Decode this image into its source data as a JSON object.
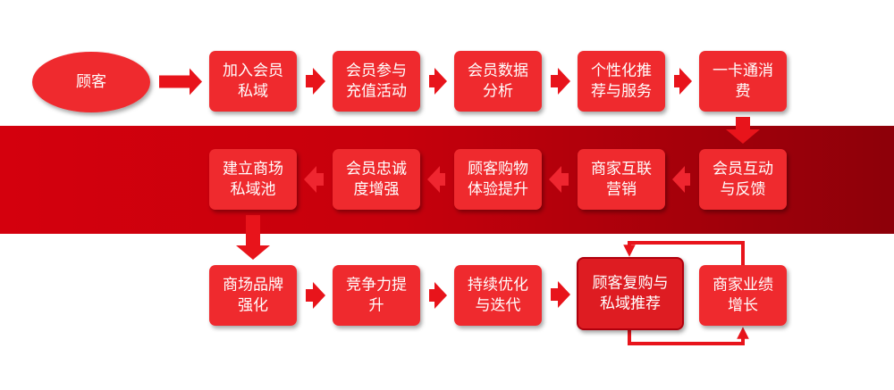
{
  "colors": {
    "node": "#ef2b2f",
    "node_dark": "#de1f24",
    "arrow": "#e8141b",
    "arrow_on_band": "#ef2630",
    "loop": "#e8141b",
    "text": "#ffffff"
  },
  "nodes": [
    {
      "id": "customer",
      "label": [
        "顾客"
      ]
    },
    {
      "id": "join-membership",
      "label": [
        "加入会员",
        "私域"
      ]
    },
    {
      "id": "member-activities",
      "label": [
        "会员参与",
        "充值活动"
      ]
    },
    {
      "id": "member-analysis",
      "label": [
        "会员数据",
        "分析"
      ]
    },
    {
      "id": "personalized",
      "label": [
        "个性化推",
        "荐与服务"
      ]
    },
    {
      "id": "one-card",
      "label": [
        "一卡通消",
        "费"
      ]
    },
    {
      "id": "member-interaction",
      "label": [
        "会员互动",
        "与反馈"
      ]
    },
    {
      "id": "merchant-network",
      "label": [
        "商家互联",
        "营销"
      ]
    },
    {
      "id": "shopping-experience",
      "label": [
        "顾客购物",
        "体验提升"
      ]
    },
    {
      "id": "member-loyalty",
      "label": [
        "会员忠诚",
        "度增强"
      ]
    },
    {
      "id": "private-pool",
      "label": [
        "建立商场",
        "私域池"
      ]
    },
    {
      "id": "brand-strength",
      "label": [
        "商场品牌",
        "强化"
      ]
    },
    {
      "id": "competitiveness",
      "label": [
        "竞争力提",
        "升"
      ]
    },
    {
      "id": "optimization",
      "label": [
        "持续优化",
        "与迭代"
      ]
    },
    {
      "id": "repurchase",
      "label": [
        "顾客复购与",
        "私域推荐"
      ]
    },
    {
      "id": "merchant-growth",
      "label": [
        "商家业绩",
        "增长"
      ]
    }
  ],
  "edges": [
    [
      "customer",
      "join-membership"
    ],
    [
      "join-membership",
      "member-activities"
    ],
    [
      "member-activities",
      "member-analysis"
    ],
    [
      "member-analysis",
      "personalized"
    ],
    [
      "personalized",
      "one-card"
    ],
    [
      "one-card",
      "member-interaction"
    ],
    [
      "member-interaction",
      "merchant-network"
    ],
    [
      "merchant-network",
      "shopping-experience"
    ],
    [
      "shopping-experience",
      "member-loyalty"
    ],
    [
      "member-loyalty",
      "private-pool"
    ],
    [
      "private-pool",
      "brand-strength"
    ],
    [
      "brand-strength",
      "competitiveness"
    ],
    [
      "competitiveness",
      "optimization"
    ],
    [
      "optimization",
      "repurchase"
    ],
    [
      "repurchase",
      "merchant-growth"
    ],
    [
      "merchant-growth",
      "repurchase"
    ]
  ]
}
